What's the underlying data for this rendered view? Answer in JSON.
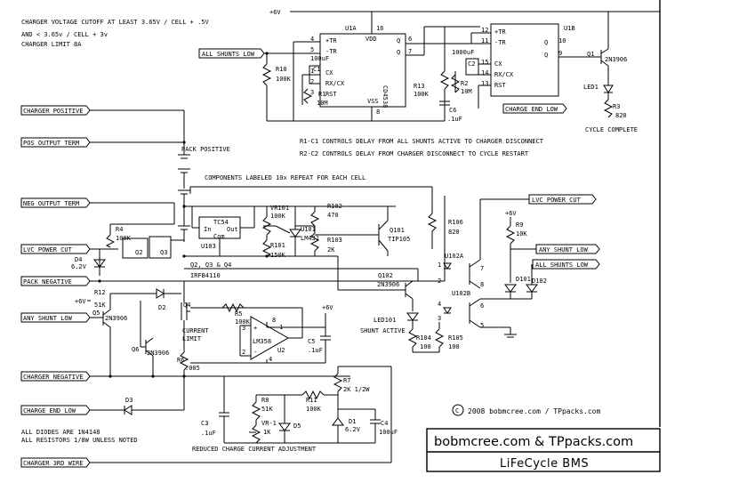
{
  "notes_top": [
    "CHARGER VOLTAGE CUTOFF AT LEAST 3.65V / CELL + .5V",
    "AND < 3.65v / CELL + 3v",
    "CHARGER LIMIT 8A"
  ],
  "notes_bottom": [
    "ALL DIODES ARE 1N4148",
    "ALL RESISTORS 1/8W UNLESS NOTED"
  ],
  "delay_notes": [
    "R1-C1 CONTROLS DELAY FROM ALL SHUNTS ACTIVE TO CHARGER DISCONNECT",
    "R2-C2 CONTROLS DELAY FROM CHARGER DISCONNECT TO CYCLE RESTART"
  ],
  "components_note": "COMPONENTS LABELED 10x REPEAT FOR EACH CELL",
  "reduced_charge_note": "REDUCED CHARGE CURRENT ADJUSTMENT",
  "copyright": "2008 bobmcree.com / TPpacks.com",
  "title_block": {
    "line1": "bobmcree.com & TPpacks.com",
    "line2": "LiFeCycle BMS"
  },
  "copyright_symbol": "C",
  "cycle_complete": "CYCLE COMPLETE",
  "pack_positive": "PACK POSITIVE",
  "shunt_active": "SHUNT ACTIVE",
  "current_limit": [
    "CURRENT",
    "LIMIT"
  ],
  "flags": {
    "all_shunts_low_top": "ALL SHUNTS LOW",
    "charge_end_low_mid": "CHARGE END LOW",
    "charger_positive": "CHARGER POSITIVE",
    "pos_output_term": "POS OUTPUT TERM",
    "neg_output_term": "NEG OUTPUT TERM",
    "lvc_power_cut_left": "LVC POWER CUT",
    "pack_negative": "PACK NEGATIVE",
    "any_shunt_low_left": "ANY SHUNT LOW",
    "charger_negative": "CHARGER NEGATIVE",
    "charge_end_low_left": "CHARGE END LOW",
    "charger_3rd_wire": "CHARGER 3RD WIRE",
    "lvc_power_cut_right": "LVC POWER CUT",
    "any_shunt_low_right": "ANY SHUNT LOW",
    "all_shunts_low_right": "ALL SHUNTS LOW"
  },
  "ic": {
    "u1a": {
      "ref": "U1A",
      "part": "CD4538",
      "pins": [
        "+TR",
        "-TR",
        "CX",
        "RX/CX",
        "RST",
        "VDD",
        "VSS",
        "Q",
        "Q"
      ],
      "pin_numbers": [
        "16",
        "4",
        "5",
        "1",
        "2",
        "3",
        "8",
        "6",
        "7"
      ]
    },
    "u1b": {
      "ref": "U1B",
      "pins": [
        "+TR",
        "-TR",
        "CX",
        "RX/CX",
        "RST",
        "Q",
        "Q"
      ],
      "pin_numbers": [
        "12",
        "11",
        "15",
        "14",
        "13",
        "10",
        "9"
      ]
    },
    "u103": {
      "ref": "U103",
      "part": "TC54",
      "pins": [
        "In",
        "Out",
        "Com"
      ]
    },
    "u2": {
      "ref": "U2",
      "part": "LM358",
      "pin_numbers": [
        "3",
        "2",
        "1",
        "8",
        "4"
      ]
    },
    "u101": {
      "ref": "U101",
      "part": "LM431"
    },
    "u102a": {
      "ref": "U102A",
      "pin_numbers": [
        "1",
        "2",
        "8",
        "7"
      ]
    },
    "u102b": {
      "ref": "U102B",
      "pin_numbers": [
        "4",
        "3",
        "6",
        "5"
      ]
    }
  },
  "parts": {
    "r10": [
      "R10",
      "100K"
    ],
    "r1": [
      "R1",
      "10M"
    ],
    "c1": [
      "C1",
      "100uF"
    ],
    "r2": [
      "R2",
      "10M"
    ],
    "c2": [
      "C2",
      "1000uF"
    ],
    "r13": [
      "R13",
      "100K"
    ],
    "c6": [
      "C6",
      ".1uF"
    ],
    "q1": [
      "Q1",
      "2N3906"
    ],
    "led1": "LED1",
    "r3": [
      "R3",
      "820"
    ],
    "r4": [
      "R4",
      "100K"
    ],
    "d4": [
      "D4",
      "6.2V"
    ],
    "q234": [
      "Q2, Q3 & Q4",
      "IRFB4110"
    ],
    "q2": "Q2",
    "q3": "Q3",
    "q4": "Q4",
    "vr101": [
      "VR101",
      "100K"
    ],
    "r101": [
      "R101",
      "150K"
    ],
    "r102": [
      "R102",
      "470"
    ],
    "r103": [
      "R103",
      "2K"
    ],
    "q101": [
      "Q101",
      "TIP105"
    ],
    "r106": [
      "R106",
      "820"
    ],
    "r9": [
      "R9",
      "10K"
    ],
    "q102": [
      "Q102",
      "2N3906"
    ],
    "led101": "LED101",
    "r104": [
      "R104",
      "100"
    ],
    "r105": [
      "R105",
      "100"
    ],
    "d101": "D101",
    "d102": "D102",
    "r12": [
      "R12",
      "51K"
    ],
    "q5": [
      "Q5",
      "2N3906"
    ],
    "d2": "D2",
    "q6": [
      "Q6",
      "2N3906"
    ],
    "r5": [
      "R5",
      "100K"
    ],
    "r6": [
      "R6",
      ".005"
    ],
    "c5": [
      "C5",
      ".1uF"
    ],
    "d3": "D3",
    "c3": [
      "C3",
      ".1uF"
    ],
    "r8": [
      "R8",
      "51K"
    ],
    "vr1": [
      "VR-1",
      "1K"
    ],
    "d5": "D5",
    "r11": [
      "R11",
      "100K"
    ],
    "r7": [
      "R7",
      "2K 1/2W"
    ],
    "d1": [
      "D1",
      "6.2V"
    ],
    "c4": [
      "C4",
      "100uF"
    ]
  },
  "supply": {
    "v6": "+6V"
  }
}
